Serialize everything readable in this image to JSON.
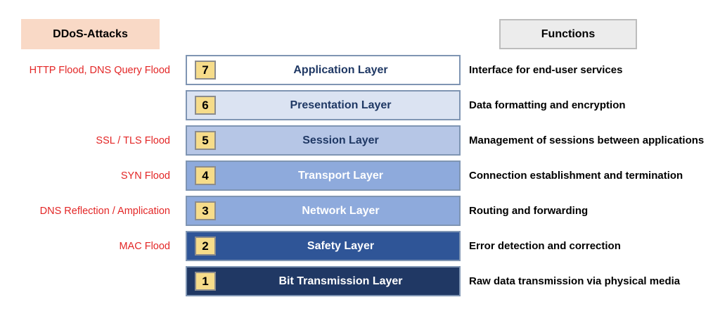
{
  "headers": {
    "attacks": "DDoS-Attacks",
    "functions": "Functions"
  },
  "rows": [
    {
      "number": "7",
      "layer": "Application Layer",
      "attack": "HTTP Flood, DNS Query Flood",
      "function": "Interface for end-user services",
      "fill": "#ffffff",
      "text_color": "#1f3864"
    },
    {
      "number": "6",
      "layer": "Presentation Layer",
      "attack": "",
      "function": "Data formatting and encryption",
      "fill": "#dbe3f2",
      "text_color": "#1f3864"
    },
    {
      "number": "5",
      "layer": "Session Layer",
      "attack": "SSL / TLS Flood",
      "function": "Management of sessions between applications",
      "fill": "#b6c6e6",
      "text_color": "#1f3864"
    },
    {
      "number": "4",
      "layer": "Transport Layer",
      "attack": "SYN Flood",
      "function": "Connection establishment and termination",
      "fill": "#8eaadc",
      "text_color": "#ffffff"
    },
    {
      "number": "3",
      "layer": "Network Layer",
      "attack": "DNS Reflection / Amplication",
      "function": "Routing and forwarding",
      "fill": "#8eaadc",
      "text_color": "#ffffff"
    },
    {
      "number": "2",
      "layer": "Safety Layer",
      "attack": "MAC Flood",
      "function": "Error detection and correction",
      "fill": "#2f5597",
      "text_color": "#ffffff"
    },
    {
      "number": "1",
      "layer": "Bit Transmission Layer",
      "attack": "",
      "function": "Raw data transmission via physical media",
      "fill": "#203864",
      "text_color": "#ffffff"
    }
  ]
}
